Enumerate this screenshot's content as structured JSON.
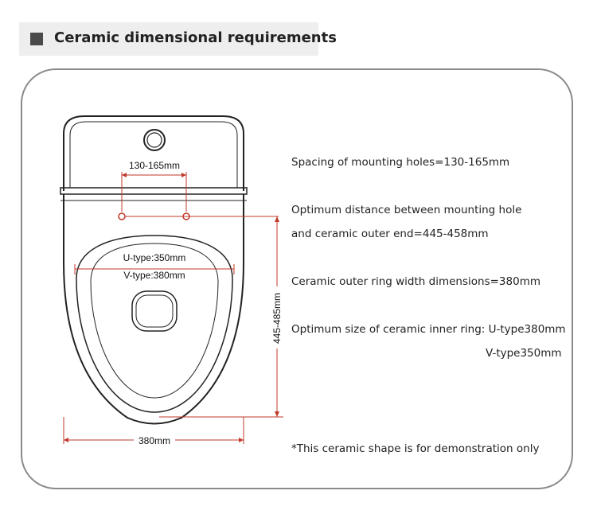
{
  "header": {
    "title": "Ceramic dimensional requirements"
  },
  "diagram": {
    "hole_spacing_label": "130-165mm",
    "u_type_label": "U-type:350mm",
    "v_type_label": "V-type:380mm",
    "length_label": "445-485mm",
    "width_label": "380mm"
  },
  "specs": {
    "mounting_holes": "Spacing of mounting holes=130-165mm",
    "distance_line1": "Optimum distance between mounting hole",
    "distance_line2": "and ceramic outer end=445-458mm",
    "outer_ring": "Ceramic outer ring width dimensions=380mm",
    "inner_ring_line1": "Optimum size of ceramic inner ring:  U-type380mm",
    "inner_ring_line2": "V-type350mm",
    "note": "*This ceramic shape is for demonstration only"
  },
  "colors": {
    "dimension_line": "#c0392b",
    "outline": "#222222",
    "frame": "#8a8a8a"
  }
}
